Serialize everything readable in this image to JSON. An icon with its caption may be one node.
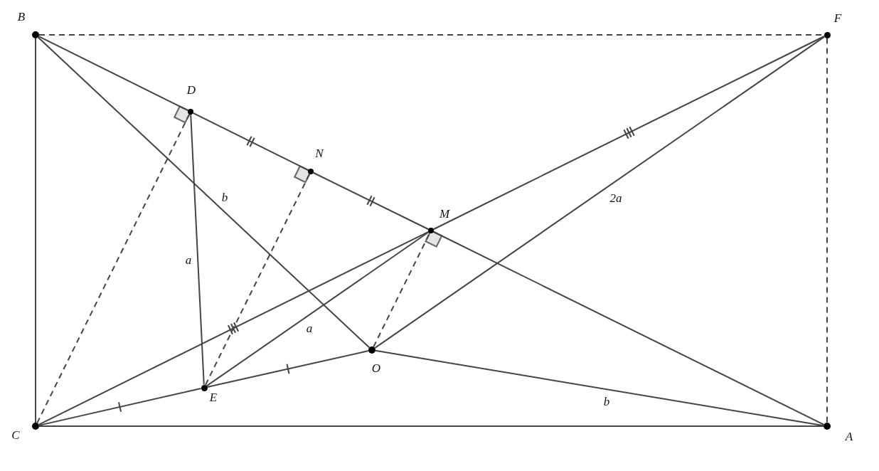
{
  "diagram": {
    "nodes": [
      {
        "text": [
          "B"
        ]
      },
      {
        "text": [
          "F"
        ]
      },
      {
        "text": [
          "D"
        ]
      },
      {
        "text": [
          "N"
        ]
      },
      {
        "text": [
          "M"
        ]
      },
      {
        "text": [
          "O"
        ]
      },
      {
        "text": [
          "E"
        ]
      },
      {
        "text": [
          "C"
        ]
      },
      {
        "text": [
          "A"
        ]
      }
    ],
    "edges": [
      {
        "from": 0,
        "to": 1,
        "arrow": "none",
        "style": "dashed"
      },
      {
        "from": 1,
        "to": 8,
        "arrow": "none",
        "style": "dashed"
      },
      {
        "from": 0,
        "to": 7,
        "arrow": "none"
      },
      {
        "from": 7,
        "to": 8,
        "arrow": "none"
      },
      {
        "from": 0,
        "to": 2,
        "arrow": "none"
      },
      {
        "from": 2,
        "to": 3,
        "arrow": "none"
      },
      {
        "from": 3,
        "to": 4,
        "arrow": "none"
      },
      {
        "from": 4,
        "to": 8,
        "arrow": "none"
      },
      {
        "from": 0,
        "to": 5,
        "arrow": "none",
        "label": "b"
      },
      {
        "from": 5,
        "to": 8,
        "arrow": "none",
        "label": "b"
      },
      {
        "from": 7,
        "to": 6,
        "arrow": "none"
      },
      {
        "from": 6,
        "to": 5,
        "arrow": "none"
      },
      {
        "from": 7,
        "to": 4,
        "arrow": "none"
      },
      {
        "from": 4,
        "to": 1,
        "arrow": "none"
      },
      {
        "from": 1,
        "to": 5,
        "arrow": "none",
        "label": "2a"
      },
      {
        "from": 2,
        "to": 6,
        "arrow": "none",
        "label": "a"
      },
      {
        "from": 6,
        "to": 4,
        "arrow": "none",
        "label": "a"
      },
      {
        "from": 7,
        "to": 2,
        "arrow": "none",
        "style": "dashed"
      },
      {
        "from": 6,
        "to": 3,
        "arrow": "none",
        "style": "dashed"
      },
      {
        "from": 5,
        "to": 4,
        "arrow": "none",
        "style": "dashed"
      }
    ]
  }
}
